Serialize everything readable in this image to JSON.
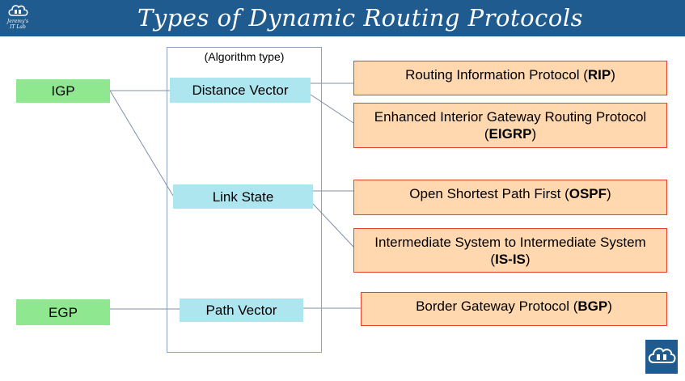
{
  "header": {
    "title": "Types of Dynamic Routing Protocols",
    "logo_line1": "Jeremy's",
    "logo_line2": "IT Lab"
  },
  "column_label": "(Algorithm type)",
  "categories": {
    "igp": "IGP",
    "egp": "EGP"
  },
  "algorithms": {
    "distance_vector": "Distance Vector",
    "link_state": "Link State",
    "path_vector": "Path Vector"
  },
  "protocols": {
    "rip": {
      "prefix": "Routing Information Protocol (",
      "abbr": "RIP",
      "suffix": ")"
    },
    "eigrp": {
      "prefix": "Enhanced Interior Gateway Routing Protocol (",
      "abbr": "EIGRP",
      "suffix": ")"
    },
    "ospf": {
      "prefix": "Open Shortest Path First (",
      "abbr": "OSPF",
      "suffix": ")"
    },
    "isis": {
      "prefix": "Intermediate System to Intermediate System (",
      "abbr": "IS-IS",
      "suffix": ")"
    },
    "bgp": {
      "prefix": "Border Gateway Protocol (",
      "abbr": "BGP",
      "suffix": ")"
    }
  },
  "colors": {
    "header": "#1f5b8f",
    "category_fill": "#8fe88f",
    "algorithm_fill": "#aee6f0",
    "protocol_fill": "#ffd8b0",
    "protocol_border": "#e8432a",
    "connector": "#7f8fa6"
  },
  "icons": [
    "cloud-lab-logo-icon"
  ]
}
